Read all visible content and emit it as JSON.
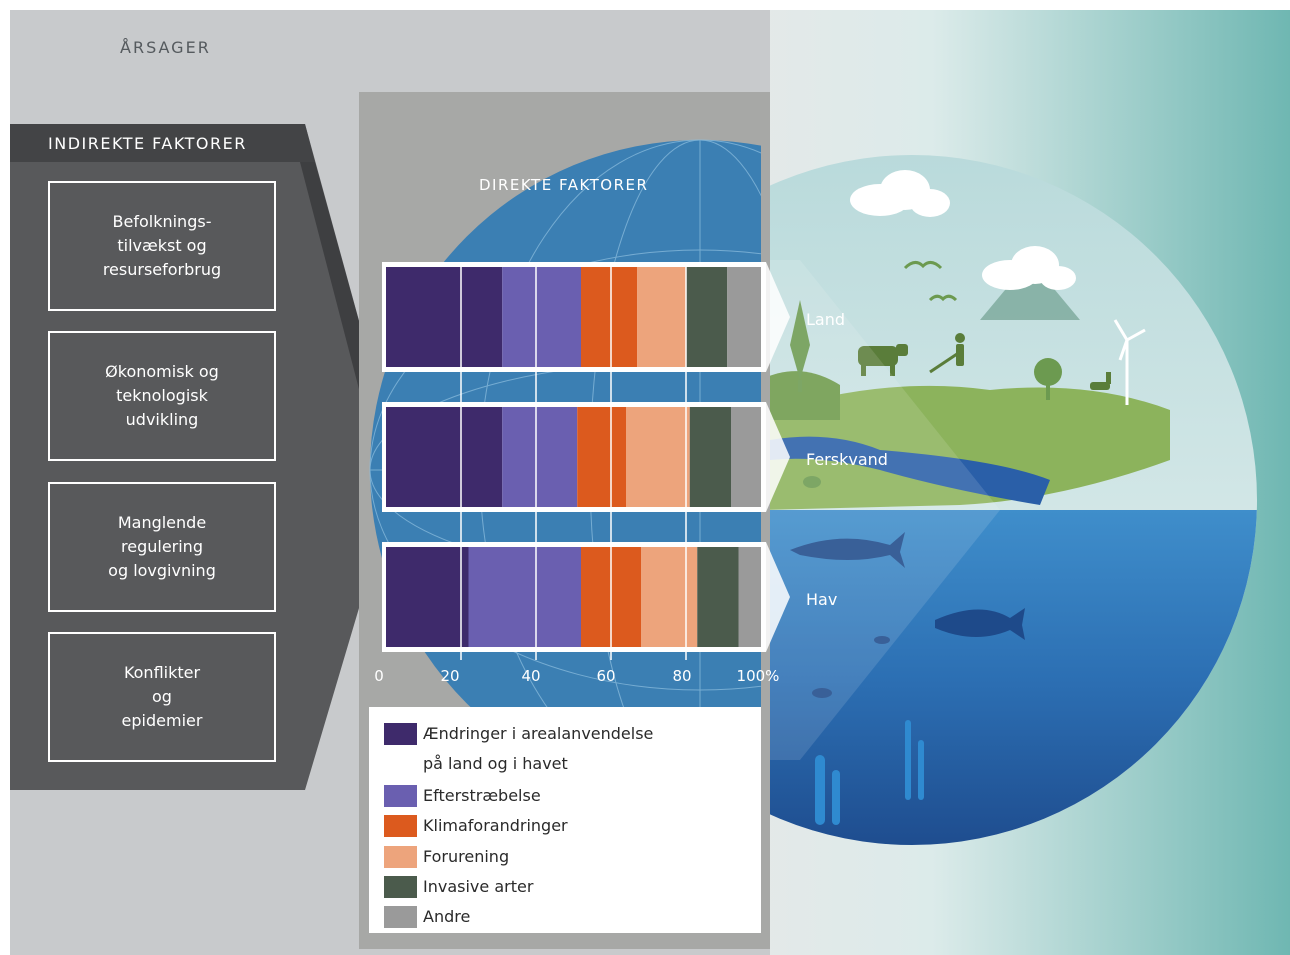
{
  "header": {
    "title": "ÅRSAGER"
  },
  "indirect": {
    "title": "INDIREKTE FAKTORER",
    "items": [
      "Befolknings-\ntilvækst  og\nresurseforbrug",
      "Økonomisk og\nteknologisk\nudvikling",
      "Manglende\nregulering\nog lovgivning",
      "Konflikter\nog\nepidemier"
    ]
  },
  "direct": {
    "title": "DIREKTE FAKTORER"
  },
  "colors": {
    "land_use": "#3e2a6b",
    "exploitation": "#6a5fb0",
    "climate": "#dc5a1e",
    "pollution": "#eda47c",
    "invasive": "#4b5b4c",
    "other": "#9a9a9a"
  },
  "chart_data": {
    "type": "bar",
    "orientation": "horizontal",
    "stacked": true,
    "categories": [
      "Land",
      "Ferskvand",
      "Hav"
    ],
    "series": [
      {
        "name": "Ændringer i arealanvendelse på land og i havet",
        "values": [
          31,
          31,
          22
        ]
      },
      {
        "name": "Efterstræbelse",
        "values": [
          21,
          20,
          30
        ]
      },
      {
        "name": "Klimaforandringer",
        "values": [
          15,
          13,
          16
        ]
      },
      {
        "name": "Forurening",
        "values": [
          13,
          17,
          15
        ]
      },
      {
        "name": "Invasive arter",
        "values": [
          11,
          11,
          11
        ]
      },
      {
        "name": "Andre",
        "values": [
          9,
          8,
          6
        ]
      }
    ],
    "xticks": [
      "0",
      "20",
      "40",
      "60",
      "80",
      "100%"
    ],
    "xlim": [
      0,
      100
    ],
    "legend": {
      "position": "bottom",
      "labels": [
        "Ændringer i arealanvendelse\npå land og i havet",
        "Efterstræbelse",
        "Klimaforandringer",
        "Forurening",
        "Invasive arter",
        "Andre"
      ]
    }
  }
}
